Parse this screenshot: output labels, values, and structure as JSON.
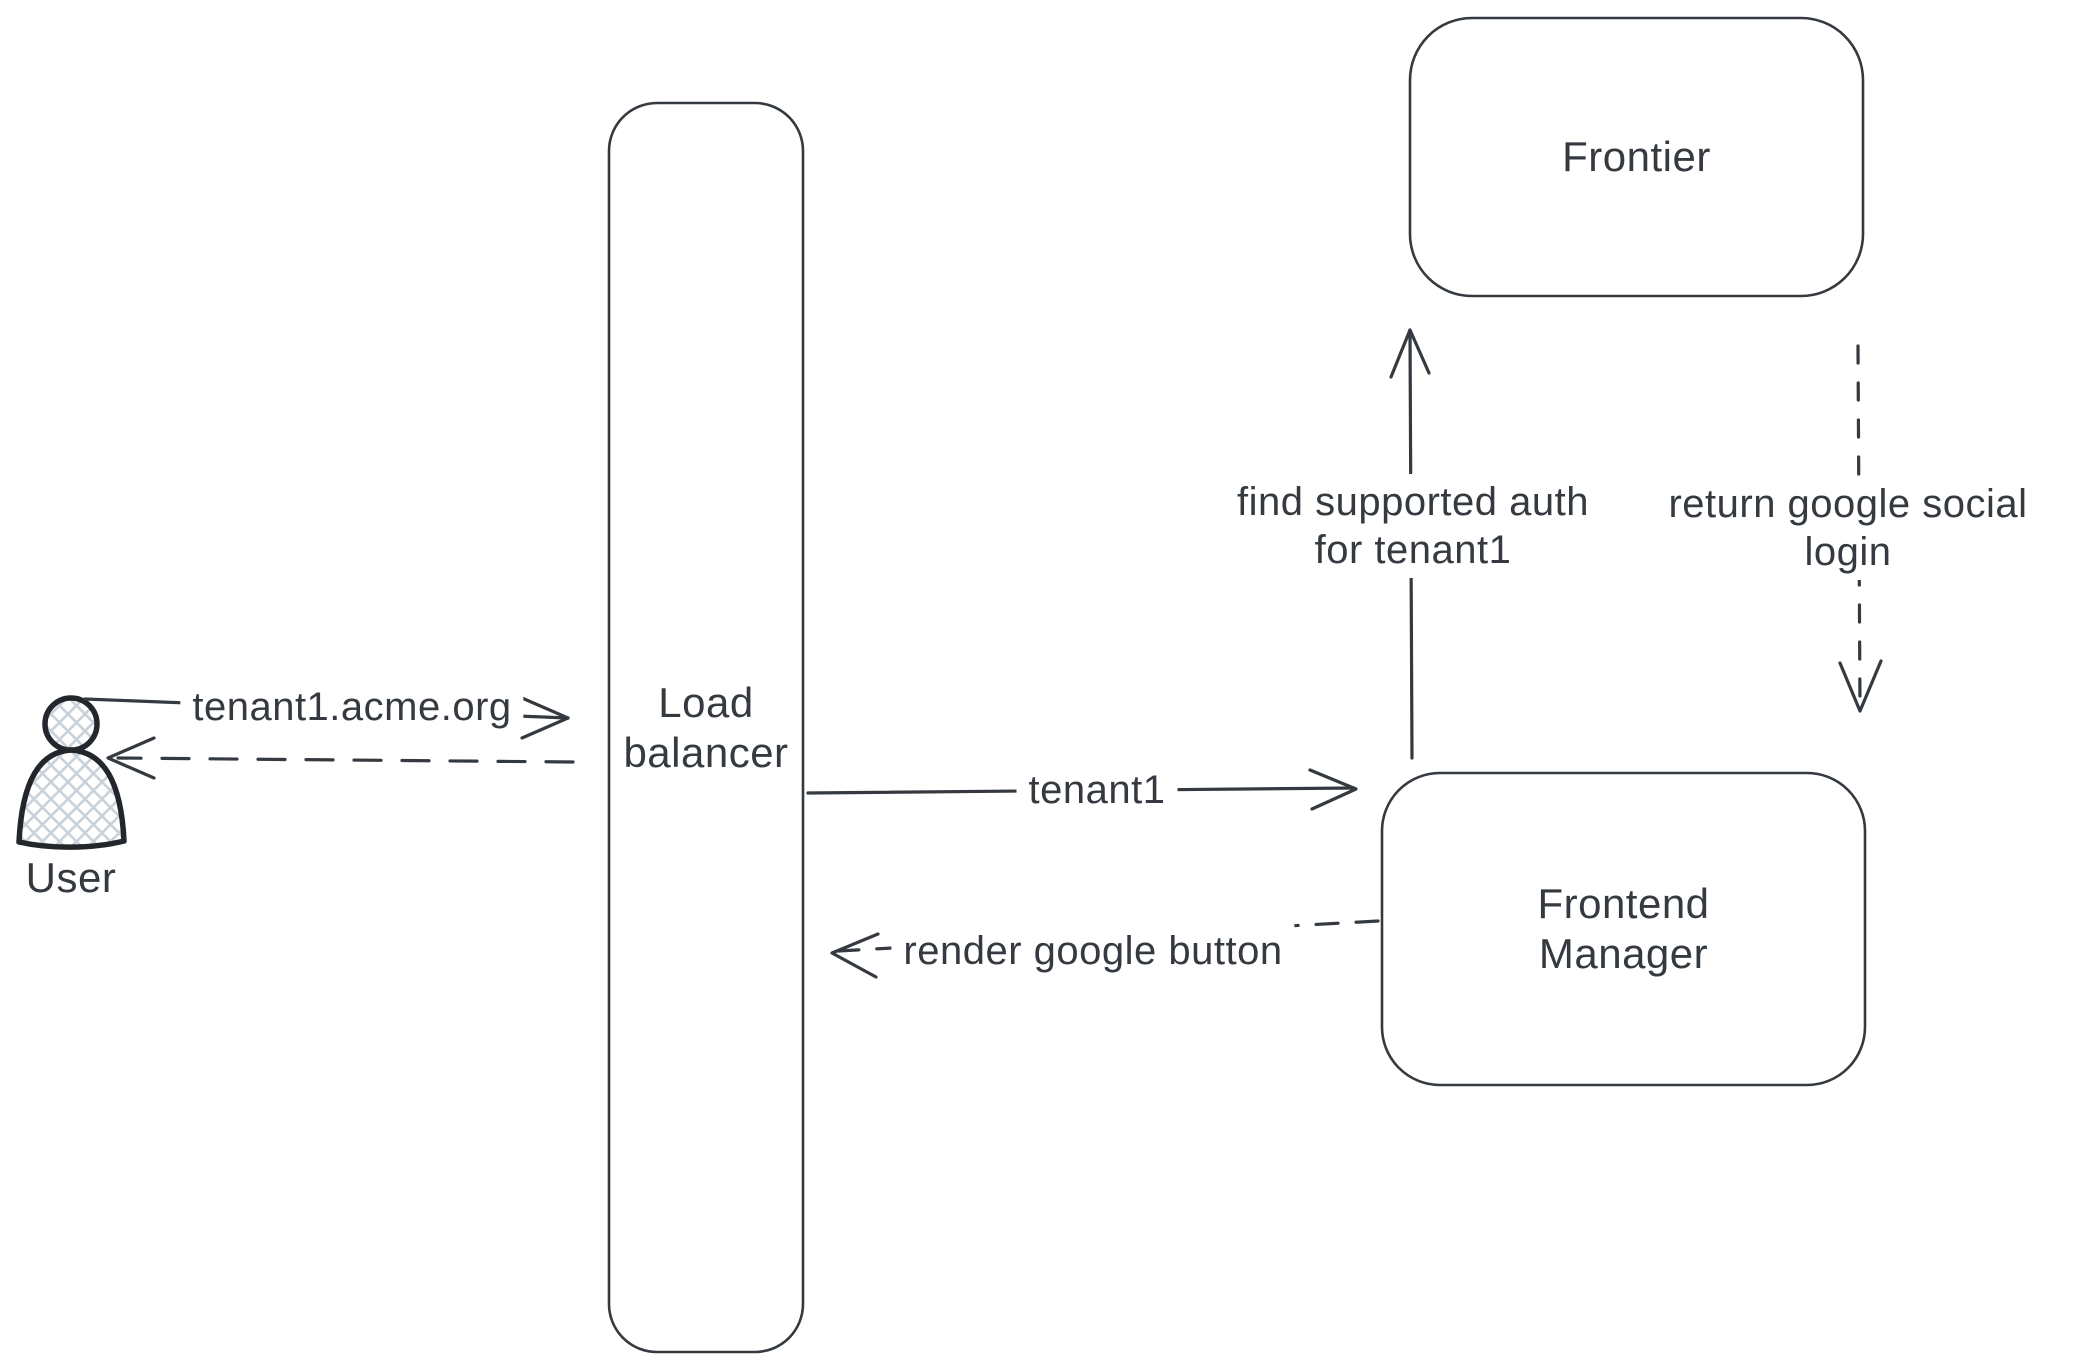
{
  "canvas": {
    "background": "#ffffff",
    "ink_color": "#343a40",
    "user_outline_color": "#23272c",
    "user_hatch_color": "#c9d2da"
  },
  "icons": {
    "user": "person-silhouette-crosshatched"
  },
  "nodes": {
    "user": {
      "label": "User"
    },
    "load_balancer": {
      "label_line1": "Load",
      "label_line2": "balancer"
    },
    "frontier": {
      "label": "Frontier"
    },
    "frontend_manager": {
      "label_line1": "Frontend",
      "label_line2": "Manager"
    }
  },
  "arrows": {
    "user_to_lb": {
      "label": "tenant1.acme.org",
      "style": "solid",
      "from": "user",
      "to": "load_balancer"
    },
    "lb_to_user": {
      "label": "",
      "style": "dashed",
      "from": "load_balancer",
      "to": "user"
    },
    "lb_to_fm": {
      "label": "tenant1",
      "style": "solid",
      "from": "load_balancer",
      "to": "frontend_manager"
    },
    "fm_to_lb": {
      "label": "render google button",
      "style": "dashed",
      "from": "frontend_manager",
      "to": "load_balancer"
    },
    "fm_to_frontier": {
      "label_line1": "find supported auth",
      "label_line2": "for tenant1",
      "style": "solid",
      "from": "frontend_manager",
      "to": "frontier"
    },
    "frontier_to_fm": {
      "label_line1": "return google social",
      "label_line2": "login",
      "style": "dashed",
      "from": "frontier",
      "to": "frontend_manager"
    }
  }
}
